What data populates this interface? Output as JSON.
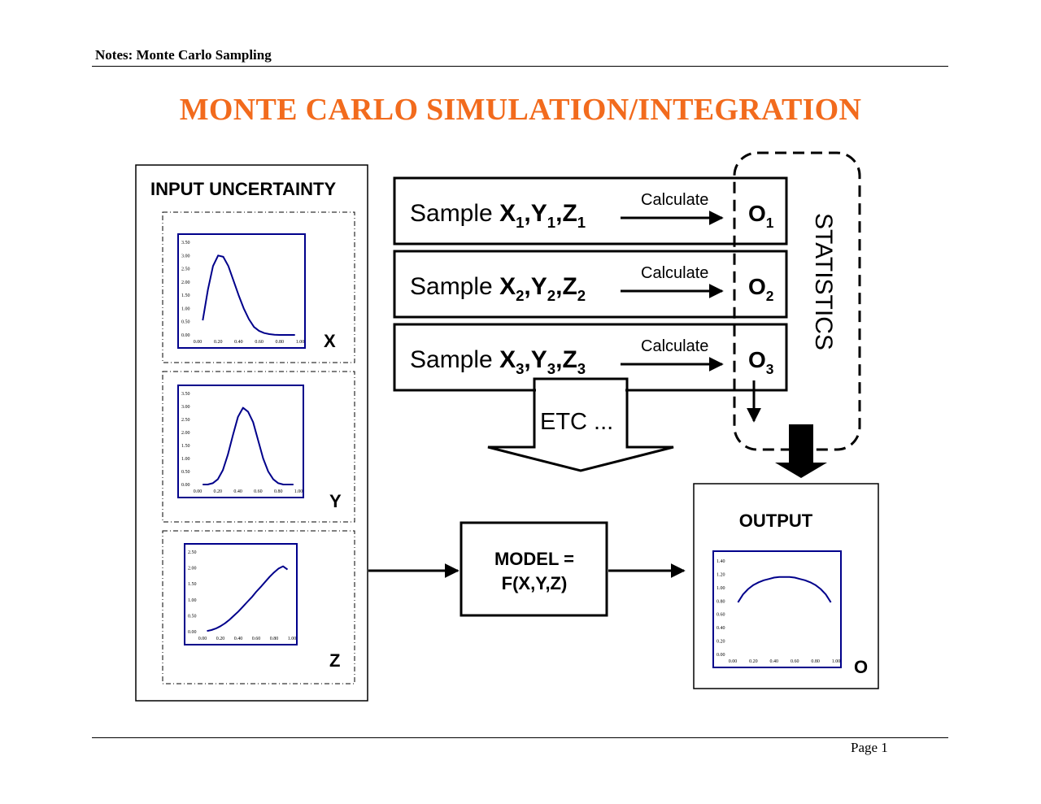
{
  "header": {
    "notes_title": "Notes: Monte Carlo Sampling",
    "page_label": "Page 1"
  },
  "title": "MONTE CARLO SIMULATION/INTEGRATION",
  "input_panel": {
    "title": "INPUT UNCERTAINTY",
    "variables": [
      "X",
      "Y",
      "Z"
    ]
  },
  "sample_rows": [
    {
      "prefix": "Sample ",
      "action": "Calculate",
      "vars": [
        "X",
        "Y",
        "Z"
      ],
      "index": "1",
      "output": "O"
    },
    {
      "prefix": "Sample ",
      "action": "Calculate",
      "vars": [
        "X",
        "Y",
        "Z"
      ],
      "index": "2",
      "output": "O"
    },
    {
      "prefix": "Sample ",
      "action": "Calculate",
      "vars": [
        "X",
        "Y",
        "Z"
      ],
      "index": "3",
      "output": "O"
    }
  ],
  "etc_label": "ETC ...",
  "statistics_label": "STATISTICS",
  "model": {
    "line1": "MODEL =",
    "line2": "F(X,Y,Z)"
  },
  "output_panel": {
    "title": "OUTPUT",
    "variable": "O"
  },
  "colors": {
    "title": "#f26b1d",
    "curve": "#00008b",
    "chart_border": "#00008b"
  },
  "chart_data": [
    {
      "type": "line",
      "name": "X",
      "x": [
        0.05,
        0.1,
        0.15,
        0.2,
        0.25,
        0.3,
        0.35,
        0.4,
        0.45,
        0.5,
        0.55,
        0.6,
        0.65,
        0.7,
        0.75,
        0.8,
        0.85,
        0.9,
        0.95
      ],
      "y": [
        0.55,
        1.7,
        2.6,
        3.0,
        2.95,
        2.6,
        2.05,
        1.5,
        1.0,
        0.6,
        0.3,
        0.15,
        0.07,
        0.03,
        0.01,
        0.0,
        0.0,
        0.0,
        0.0
      ],
      "xlim": [
        0,
        1
      ],
      "ylim": [
        0,
        3.5
      ],
      "xticks": [
        "0.00",
        "0.20",
        "0.40",
        "0.60",
        "0.80",
        "1.00"
      ],
      "yticks": [
        "0.00",
        "0.50",
        "1.00",
        "1.50",
        "2.00",
        "2.50",
        "3.00",
        "3.50"
      ]
    },
    {
      "type": "line",
      "name": "Y",
      "x": [
        0.05,
        0.1,
        0.15,
        0.2,
        0.25,
        0.3,
        0.35,
        0.4,
        0.45,
        0.5,
        0.55,
        0.6,
        0.65,
        0.7,
        0.75,
        0.8,
        0.85,
        0.9,
        0.95
      ],
      "y": [
        0.0,
        0.0,
        0.05,
        0.2,
        0.55,
        1.15,
        1.9,
        2.6,
        2.95,
        2.8,
        2.4,
        1.7,
        1.0,
        0.5,
        0.2,
        0.05,
        0.0,
        0.0,
        0.0
      ],
      "xlim": [
        0,
        1
      ],
      "ylim": [
        0,
        3.5
      ],
      "xticks": [
        "0.00",
        "0.20",
        "0.40",
        "0.60",
        "0.80",
        "1.00"
      ],
      "yticks": [
        "0.00",
        "0.50",
        "1.00",
        "1.50",
        "2.00",
        "2.50",
        "3.00",
        "3.50"
      ]
    },
    {
      "type": "line",
      "name": "Z",
      "x": [
        0.05,
        0.1,
        0.15,
        0.2,
        0.25,
        0.3,
        0.35,
        0.4,
        0.45,
        0.5,
        0.55,
        0.6,
        0.65,
        0.7,
        0.75,
        0.8,
        0.85,
        0.9,
        0.95
      ],
      "y": [
        0.02,
        0.05,
        0.1,
        0.17,
        0.26,
        0.37,
        0.5,
        0.63,
        0.78,
        0.93,
        1.08,
        1.25,
        1.4,
        1.56,
        1.72,
        1.86,
        1.98,
        2.05,
        1.95
      ],
      "xlim": [
        0,
        1
      ],
      "ylim": [
        0,
        2.5
      ],
      "xticks": [
        "0.00",
        "0.20",
        "0.40",
        "0.60",
        "0.80",
        "1.00"
      ],
      "yticks": [
        "0.00",
        "0.50",
        "1.00",
        "1.50",
        "2.00",
        "2.50"
      ]
    },
    {
      "type": "line",
      "name": "O",
      "x": [
        0.05,
        0.1,
        0.15,
        0.2,
        0.25,
        0.3,
        0.35,
        0.4,
        0.45,
        0.5,
        0.55,
        0.6,
        0.65,
        0.7,
        0.75,
        0.8,
        0.85,
        0.9,
        0.95
      ],
      "y": [
        0.78,
        0.9,
        0.98,
        1.04,
        1.08,
        1.11,
        1.13,
        1.15,
        1.16,
        1.16,
        1.16,
        1.15,
        1.13,
        1.11,
        1.08,
        1.04,
        0.98,
        0.9,
        0.78
      ],
      "xlim": [
        0,
        1
      ],
      "ylim": [
        0,
        1.4
      ],
      "xticks": [
        "0.00",
        "0.20",
        "0.40",
        "0.60",
        "0.80",
        "1.00"
      ],
      "yticks": [
        "0.00",
        "0.20",
        "0.40",
        "0.60",
        "0.80",
        "1.00",
        "1.20",
        "1.40"
      ]
    }
  ]
}
